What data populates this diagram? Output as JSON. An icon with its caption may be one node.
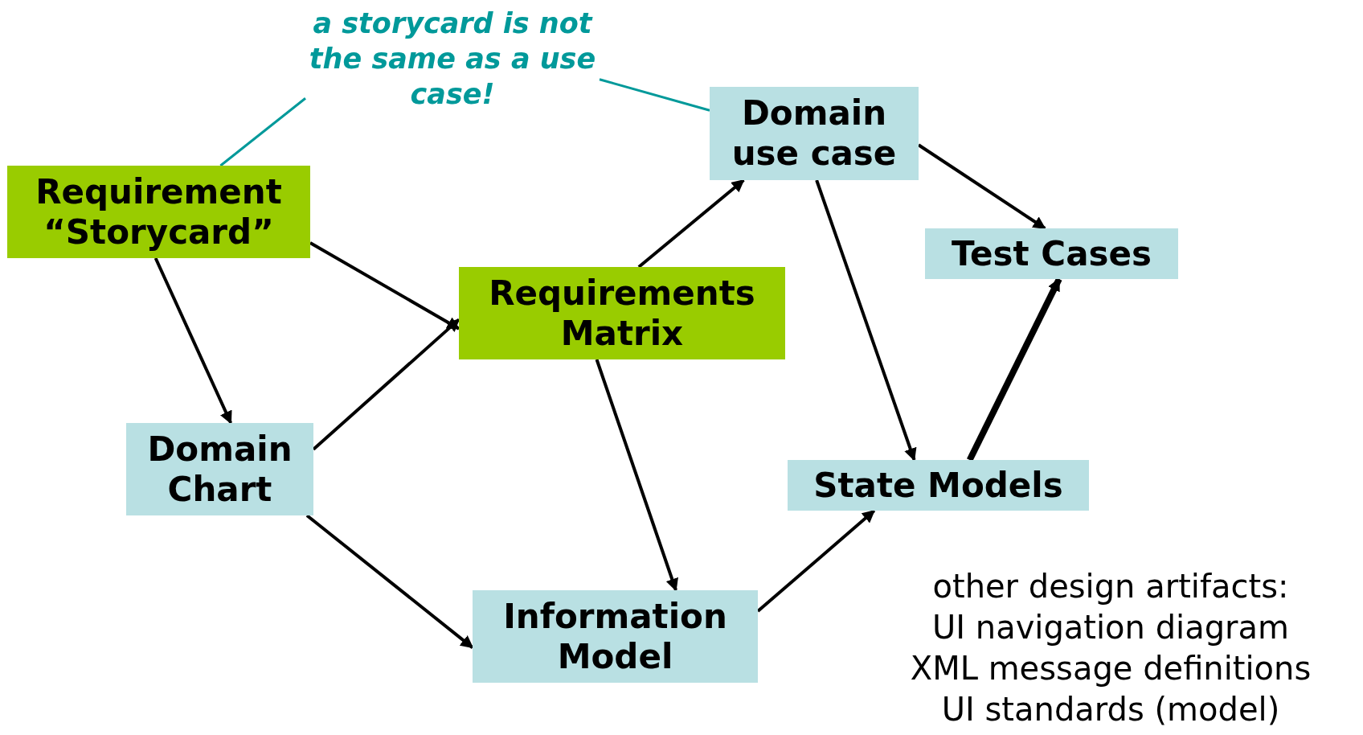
{
  "diagram": {
    "nodes": [
      {
        "text": [
          "Requirement “Storycard”"
        ]
      },
      {
        "text": [
          "Domain use case"
        ]
      },
      {
        "text": [
          "Test Cases"
        ]
      },
      {
        "text": [
          "Requirements Matrix"
        ]
      },
      {
        "text": [
          "Domain Chart"
        ]
      },
      {
        "text": [
          "State Models"
        ]
      },
      {
        "text": [
          "Information Model"
        ]
      },
      {
        "text": [
          "a storycard is not the same as a use case!"
        ]
      }
    ],
    "edges": [
      {
        "from": 0,
        "to": 3,
        "arrow": "to"
      },
      {
        "from": 0,
        "to": 4,
        "arrow": "to"
      },
      {
        "from": 4,
        "to": 3,
        "arrow": "to"
      },
      {
        "from": 4,
        "to": 6,
        "arrow": "to"
      },
      {
        "from": 3,
        "to": 1,
        "arrow": "to"
      },
      {
        "from": 3,
        "to": 6,
        "arrow": "to"
      },
      {
        "from": 1,
        "to": 2,
        "arrow": "to"
      },
      {
        "from": 1,
        "to": 5,
        "arrow": "to"
      },
      {
        "from": 6,
        "to": 5,
        "arrow": "to"
      },
      {
        "from": 5,
        "to": 2,
        "arrow": "to",
        "style": "thick"
      },
      {
        "from": 7,
        "to": 0,
        "arrow": "none",
        "color": "#00999a"
      },
      {
        "from": 7,
        "to": 1,
        "arrow": "none",
        "color": "#00999a"
      }
    ],
    "labels": [
      "other design artifacts:",
      "UI navigation diagram",
      "XML message definitions",
      "UI standards (model)"
    ]
  }
}
